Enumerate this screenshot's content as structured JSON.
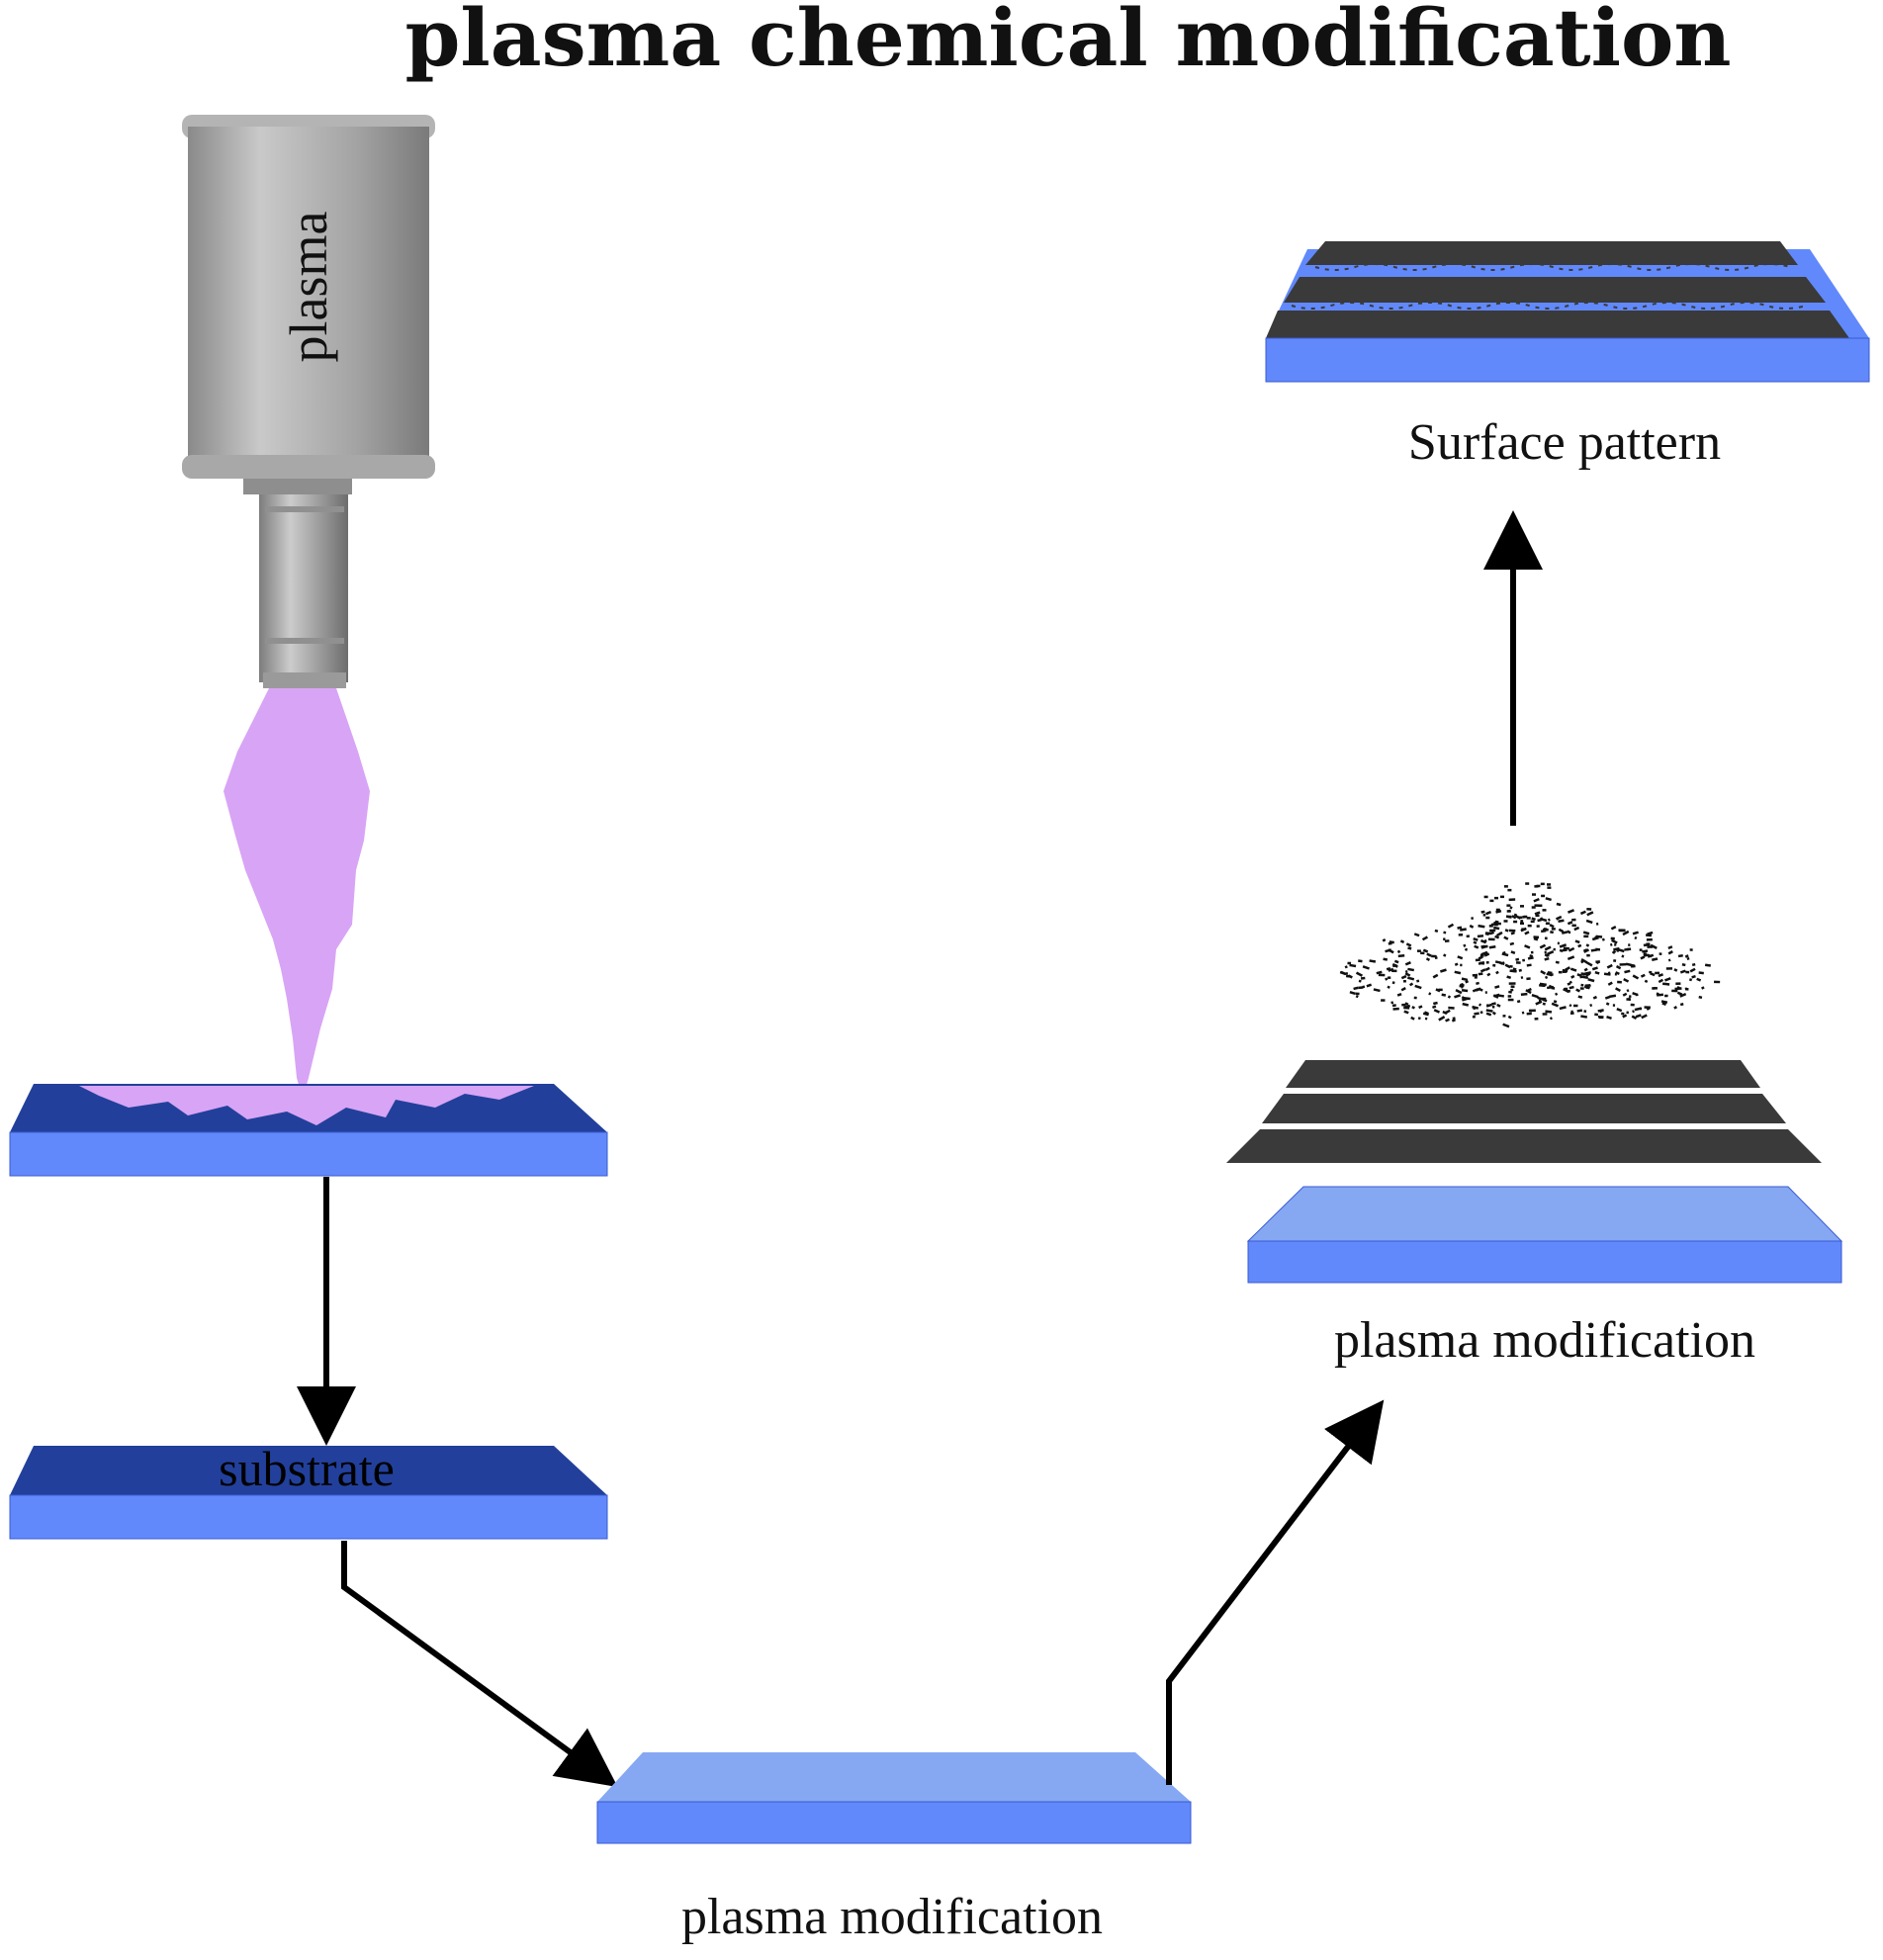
{
  "title": "plasma chemical modification",
  "labels": {
    "plasma_source": "plasma",
    "substrate": "substrate",
    "modification_bottom": "plasma modification",
    "modification_right": "plasma modification",
    "surface_pattern": "Surface pattern"
  },
  "colors": {
    "plate_top_dark": "#22409b",
    "plate_front": "#6189fb",
    "plate_top_light": "#86a8f3",
    "plasma_jet": "#d8a4f5",
    "stripe": "#3a3a3a",
    "canister_mid": "#a9a9a9"
  },
  "icons": [
    "plasma-canister-icon",
    "plasma-jet-icon",
    "particle-cloud-icon",
    "arrow-icon"
  ]
}
